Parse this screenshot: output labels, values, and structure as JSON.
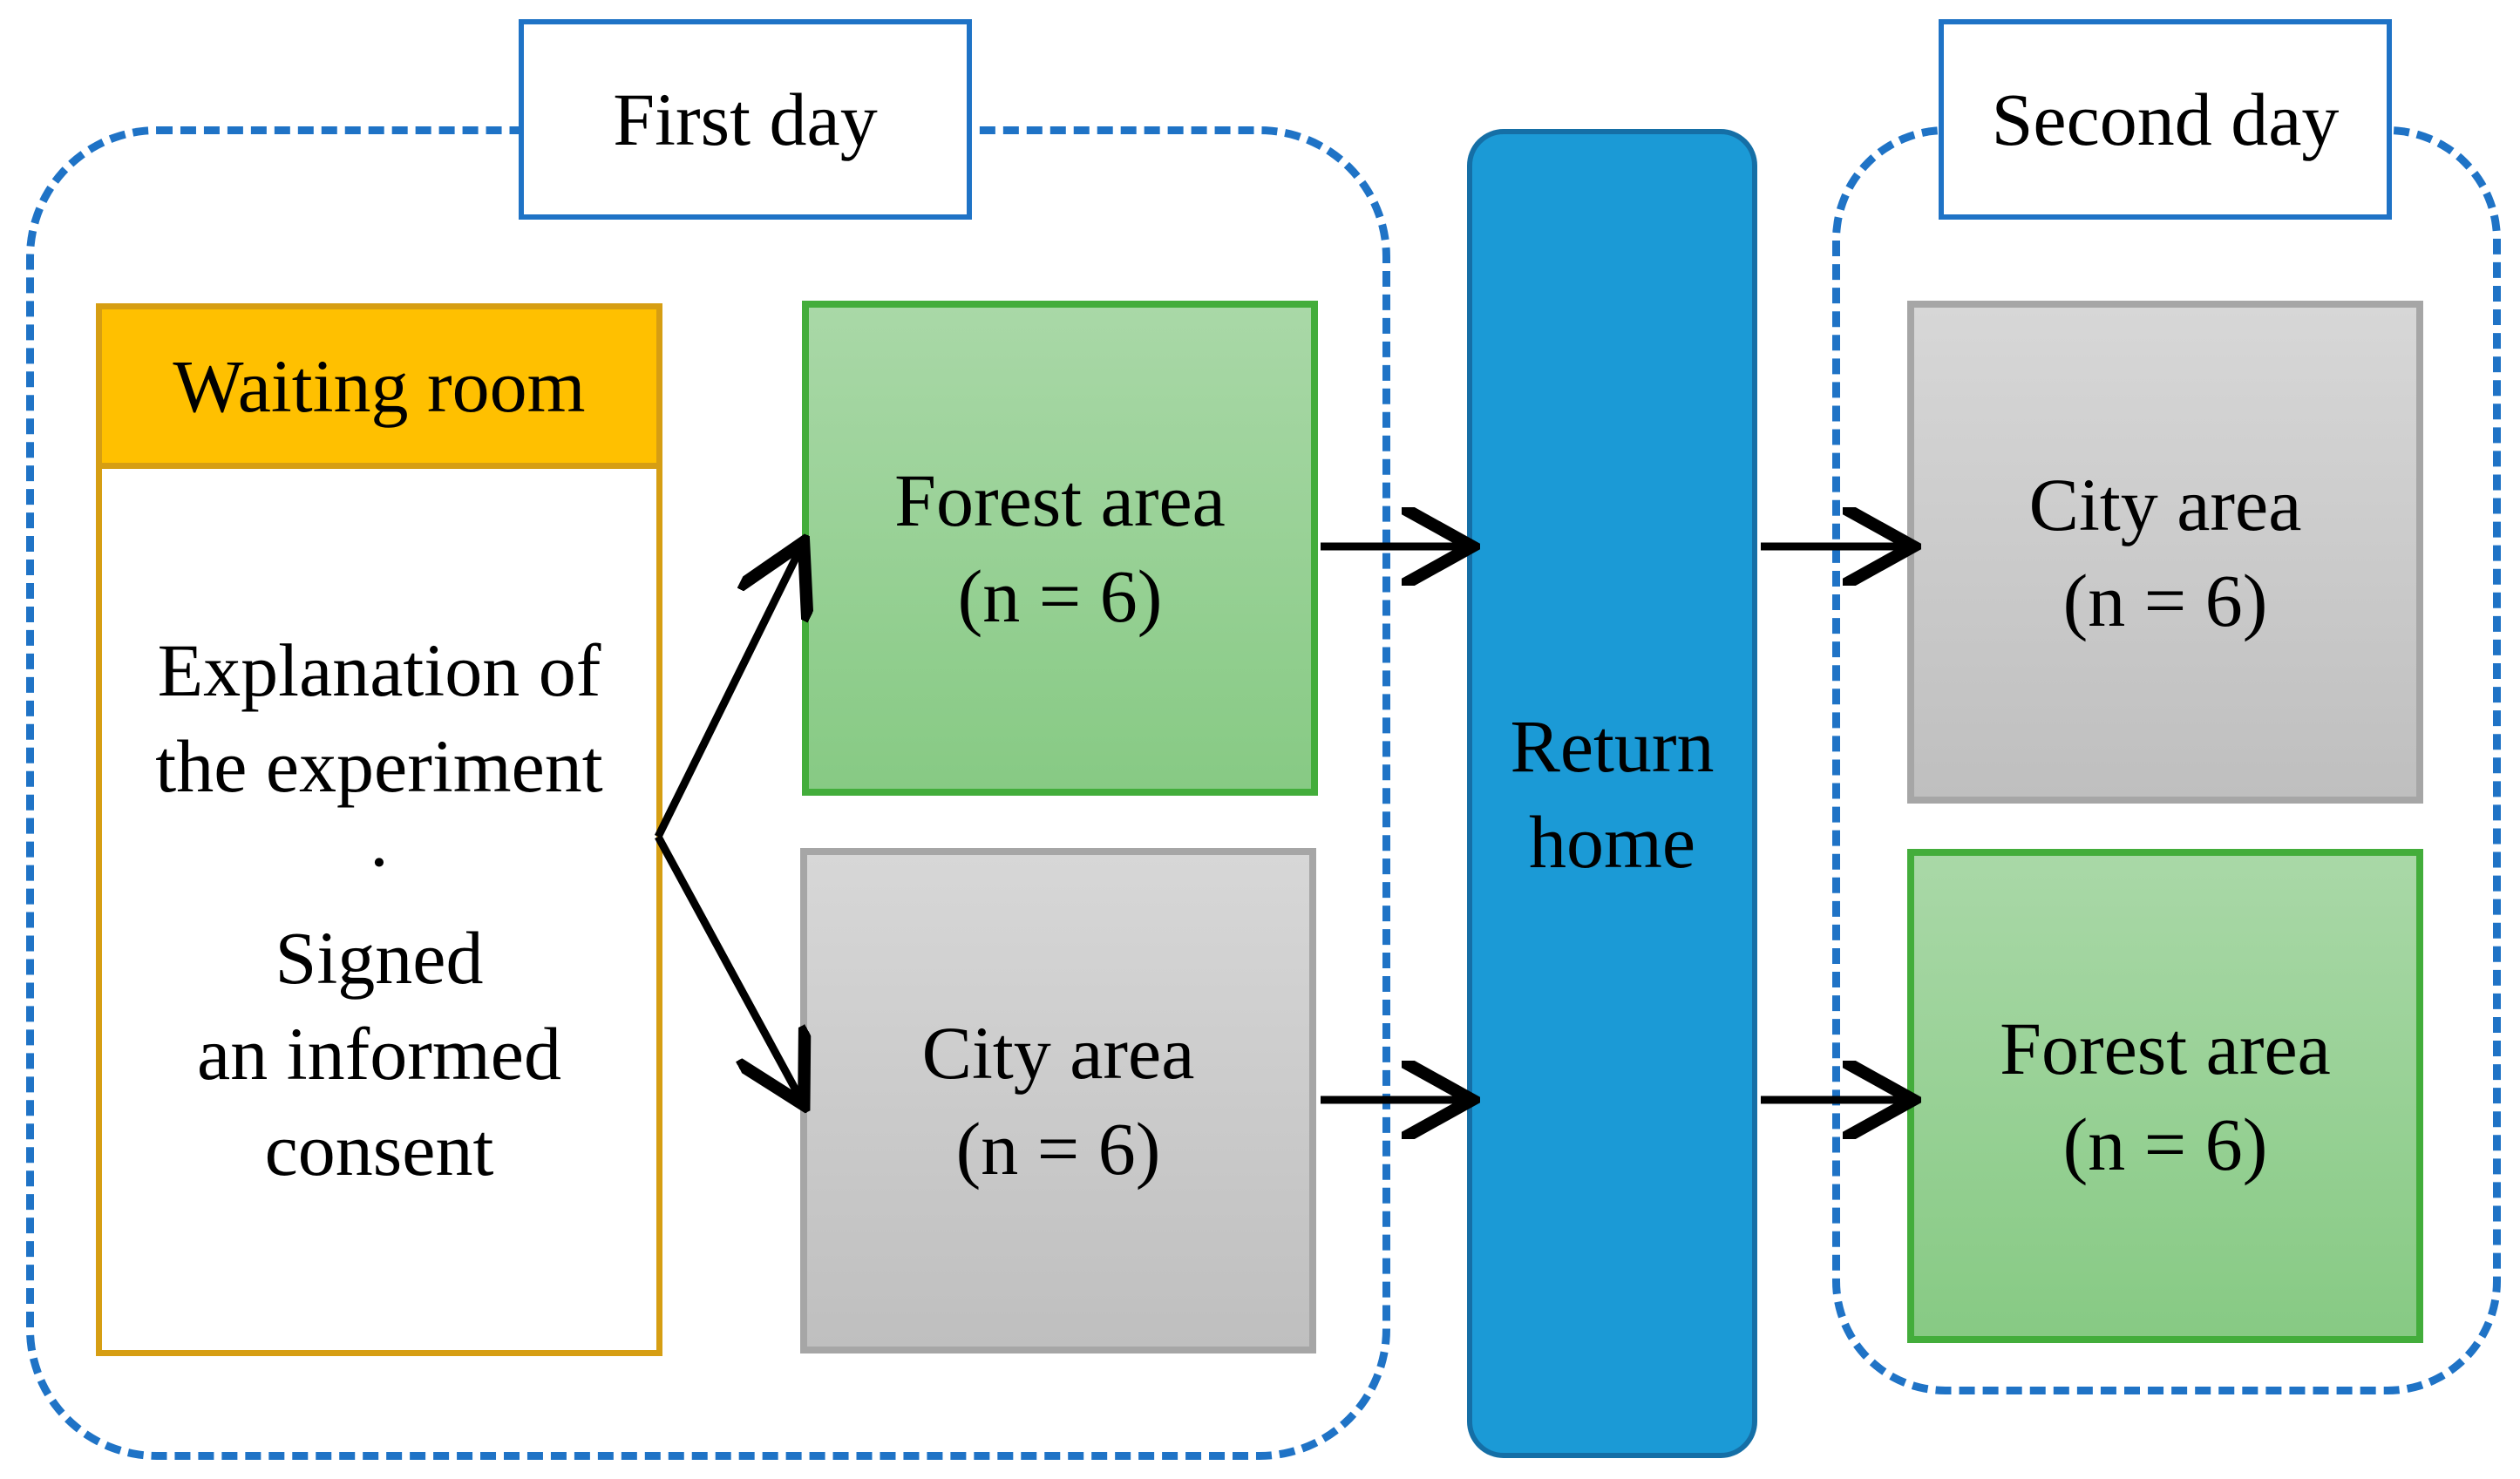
{
  "days": {
    "first": "First day",
    "second": "Second day"
  },
  "waiting_room": {
    "title": "Waiting room",
    "lines": [
      "Explanation of",
      "the experiment",
      "·",
      "Signed",
      "an informed",
      "consent"
    ]
  },
  "first_day_areas": {
    "top": {
      "name": "Forest area",
      "count": "(n = 6)"
    },
    "bottom": {
      "name": "City area",
      "count": "(n = 6)"
    }
  },
  "return_home": {
    "lines": [
      "Return",
      "home"
    ]
  },
  "second_day_areas": {
    "top": {
      "name": "City area",
      "count": "(n = 6)"
    },
    "bottom": {
      "name": "Forest area",
      "count": "(n = 6)"
    }
  },
  "colors": {
    "group_border": "#1f73c6",
    "waiting_header": "#ffc000",
    "forest": "#87ca84",
    "city": "#bfbfbf",
    "return_home": "#1b9ad6"
  }
}
